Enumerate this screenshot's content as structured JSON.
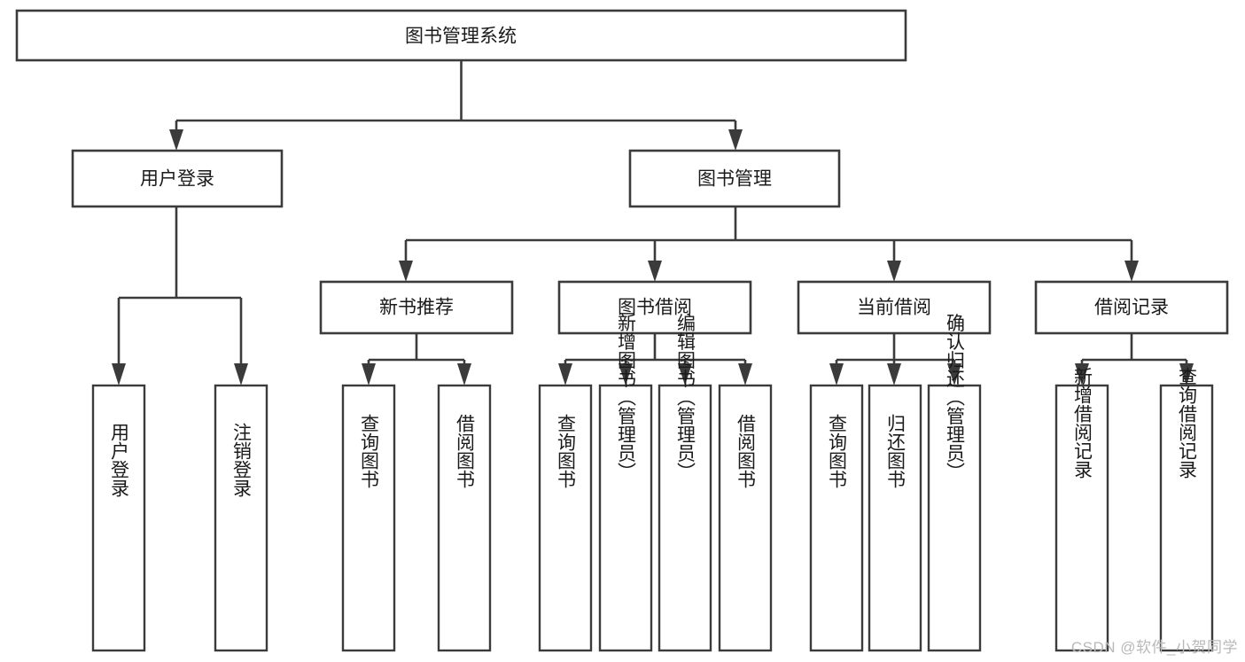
{
  "diagram": {
    "type": "tree-hierarchy-flowchart",
    "title": "图书管理系统",
    "orientation": "top-down",
    "colors": {
      "box_fill": "#ffffff",
      "box_stroke": "#3b3b3b",
      "text": "#1a1a1a",
      "background": "#ffffff",
      "watermark": "#b9b9b9"
    },
    "levels": {
      "root": {
        "label": "图书管理系统"
      },
      "level2": [
        {
          "label": "用户登录"
        },
        {
          "label": "图书管理"
        }
      ],
      "level3": [
        {
          "label": "新书推荐"
        },
        {
          "label": "图书借阅"
        },
        {
          "label": "当前借阅"
        },
        {
          "label": "借阅记录"
        }
      ],
      "leaves": {
        "用户登录": [
          {
            "label": "用户登录"
          },
          {
            "label": "注销登录"
          }
        ],
        "新书推荐": [
          {
            "label": "查询图书"
          },
          {
            "label": "借阅图书"
          }
        ],
        "图书借阅": [
          {
            "label": "查询图书"
          },
          {
            "label": "新增图书（管理员）"
          },
          {
            "label": "编辑图书（管理员）"
          },
          {
            "label": "借阅图书"
          }
        ],
        "当前借阅": [
          {
            "label": "查询图书"
          },
          {
            "label": "归还图书"
          },
          {
            "label": "确认归还（管理员）"
          }
        ],
        "借阅记录": [
          {
            "label": "新增借阅记录"
          },
          {
            "label": "查询借阅记录"
          }
        ]
      }
    }
  },
  "watermark": {
    "text": "CSDN @软件_小贺同学"
  }
}
